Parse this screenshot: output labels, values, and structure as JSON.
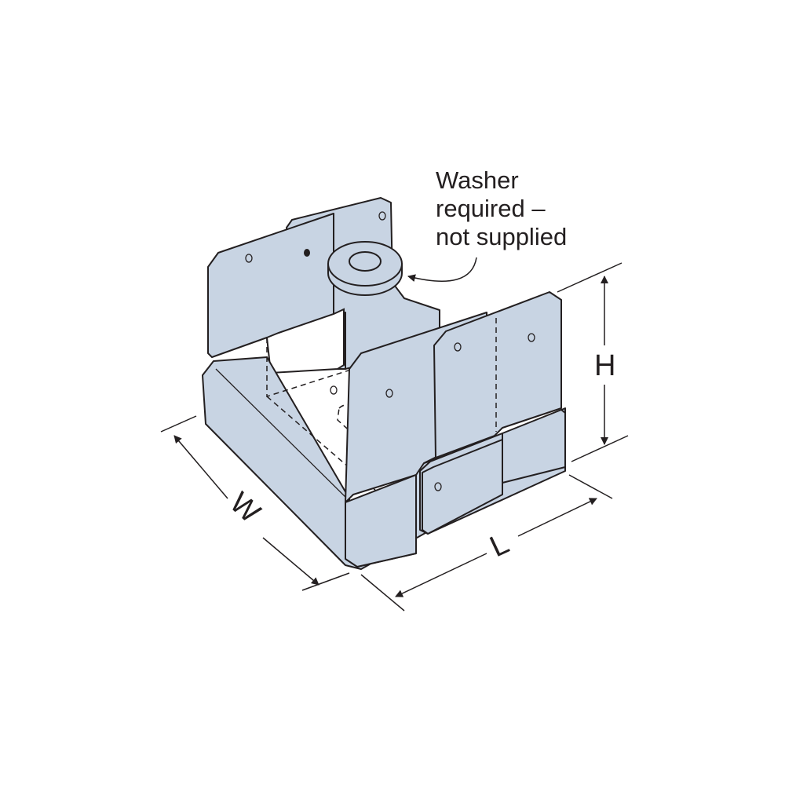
{
  "callout": {
    "lines": [
      "Washer",
      "required –",
      "not supplied"
    ]
  },
  "dimensions": {
    "width": "W",
    "length": "L",
    "height": "H"
  },
  "colors": {
    "metal": "#c8d4e3",
    "outline": "#231f20"
  }
}
